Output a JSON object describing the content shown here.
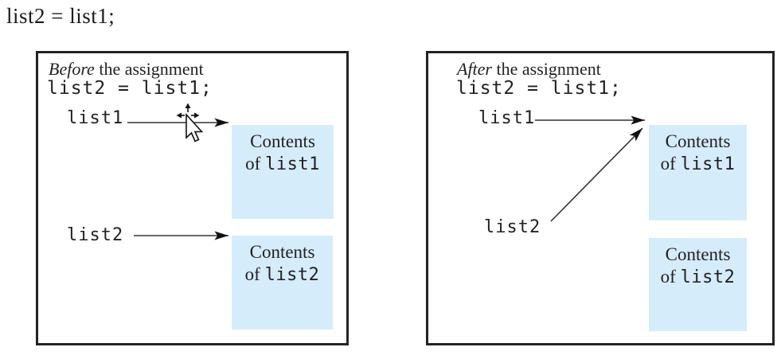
{
  "heading": {
    "code": "list2 = list1;"
  },
  "colors": {
    "content_box_fill": "#d5ecfa",
    "panel_border": "#232323",
    "ink": "#231f20"
  },
  "panels": {
    "before": {
      "title_emphasis": "Before",
      "title_rest": " the assignment",
      "code": "list2 = list1;",
      "var1": "list1",
      "var2": "list2",
      "box1": {
        "line1": "Contents",
        "of": "of ",
        "code": "list1"
      },
      "box2": {
        "line1": "Contents",
        "of": "of ",
        "code": "list2"
      }
    },
    "after": {
      "title_emphasis": "After",
      "title_rest": " the assignment",
      "code": "list2 = list1;",
      "var1": "list1",
      "var2": "list2",
      "box1": {
        "line1": "Contents",
        "of": "of ",
        "code": "list1"
      },
      "box2": {
        "line1": "Contents",
        "of": "of ",
        "code": "list2"
      }
    }
  },
  "cursor": {
    "icon": "pan-scroll-pointer-cursor"
  }
}
